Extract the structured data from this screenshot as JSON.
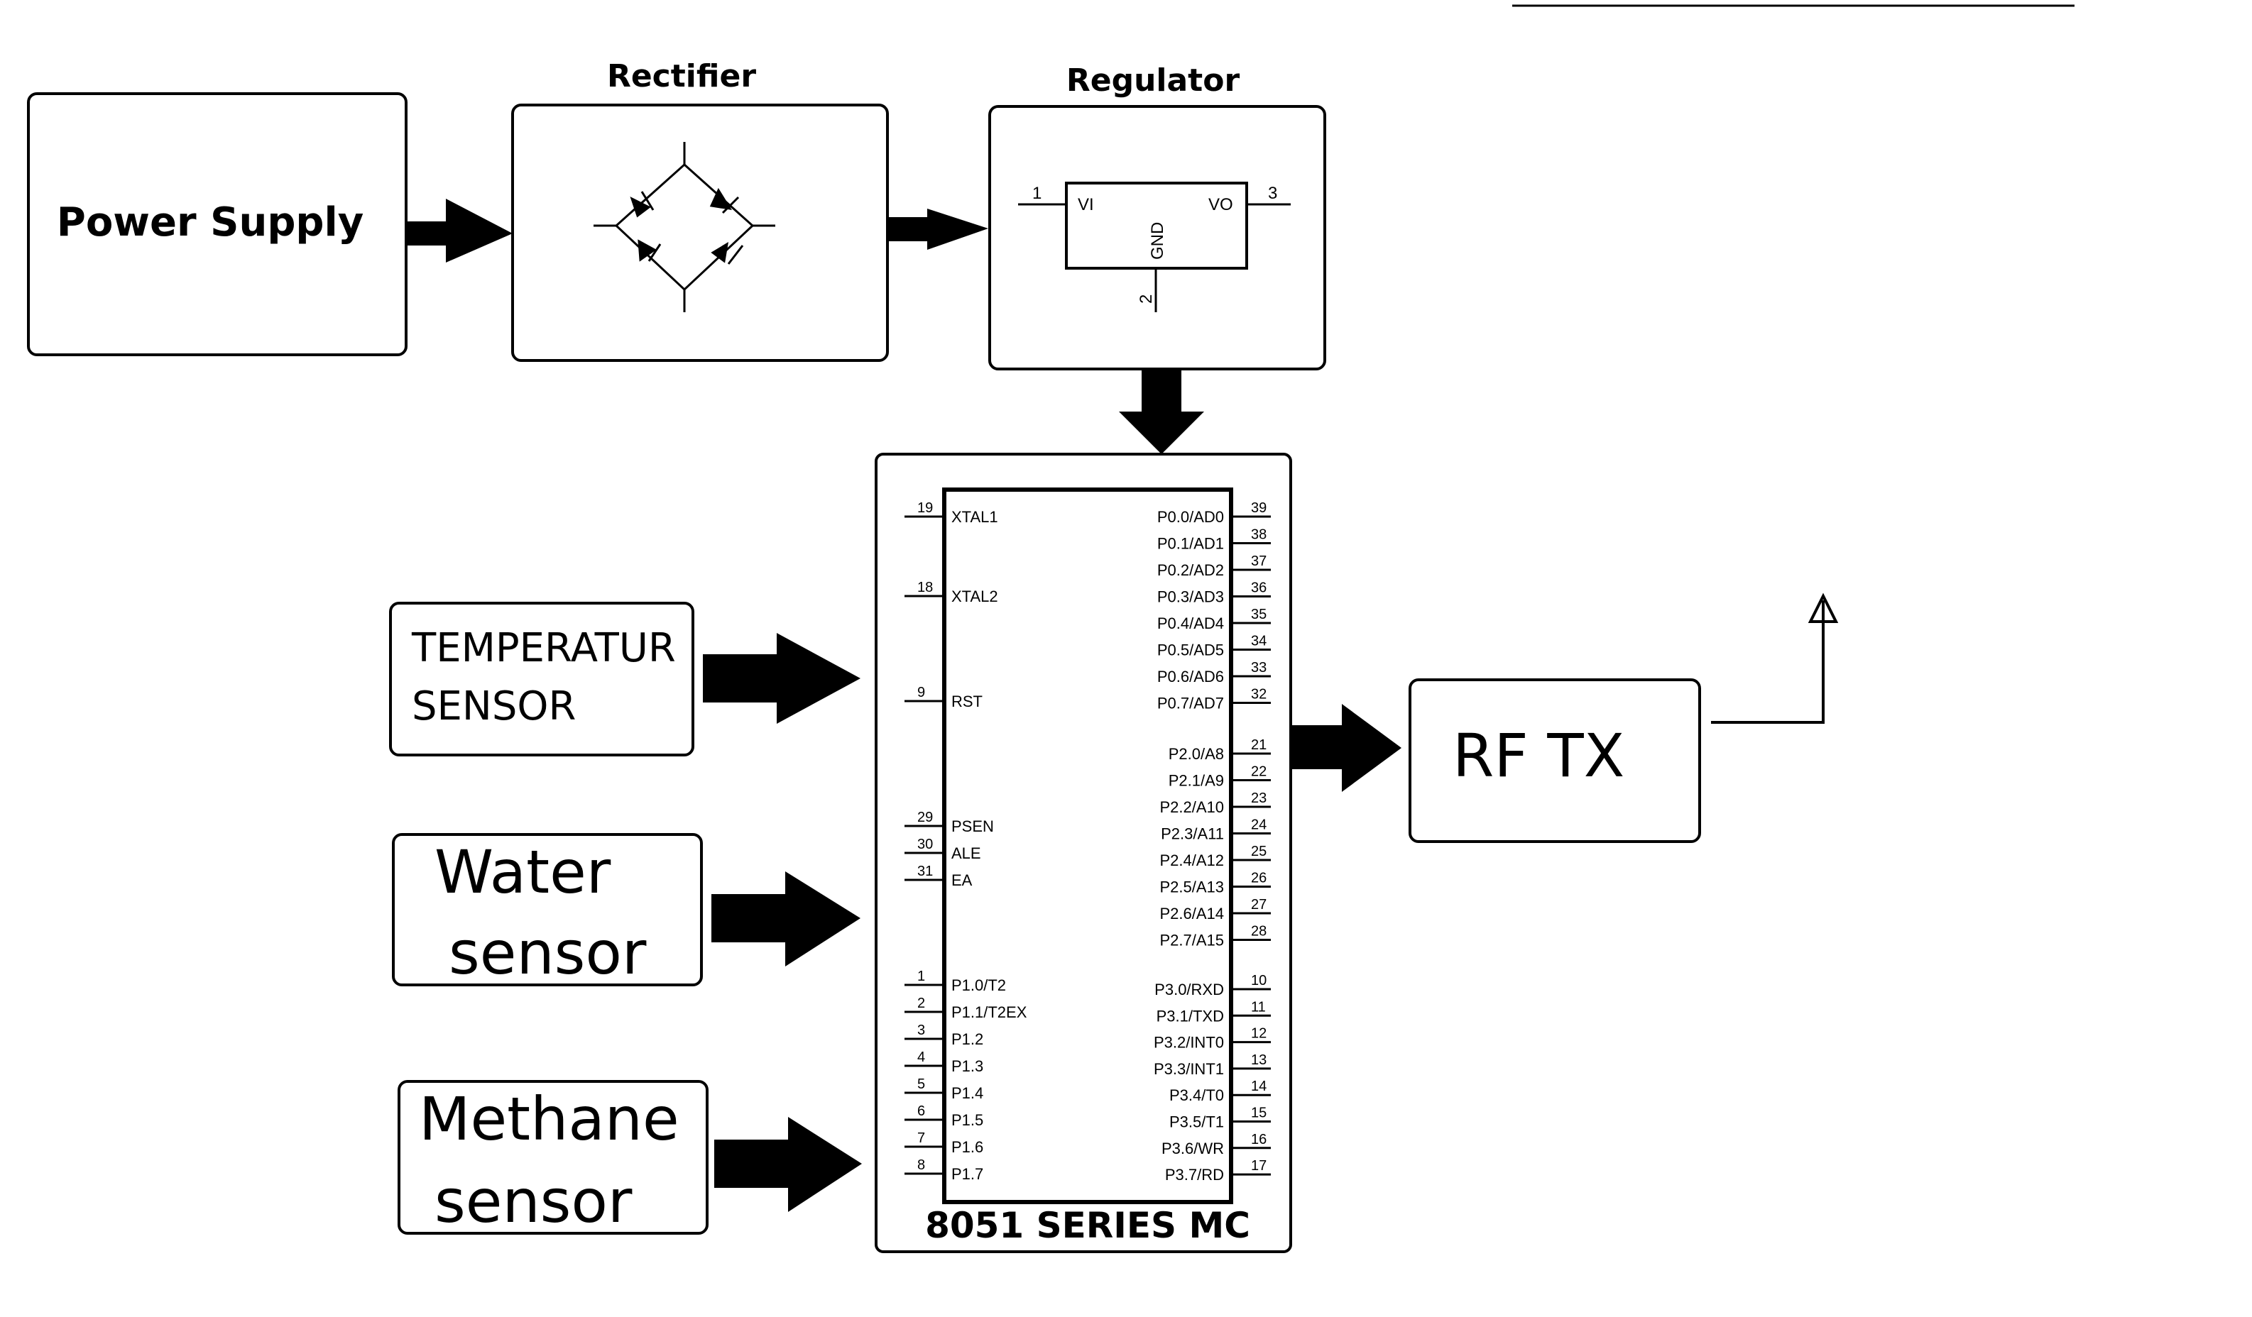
{
  "blocks": {
    "power_supply": {
      "label": "Power Supply"
    },
    "rectifier": {
      "title": "Rectifier"
    },
    "regulator": {
      "title": "Regulator",
      "pin_vi": "VI",
      "pin_vo": "VO",
      "pin_gnd": "GND",
      "pin1": "1",
      "pin2": "2",
      "pin3": "3"
    },
    "temperature_sensor": {
      "line1": "TEMPERATUR",
      "line2": "SENSOR"
    },
    "water_sensor": {
      "line1": "Water",
      "line2": "sensor"
    },
    "methane_sensor": {
      "line1": "Methane",
      "line2": "sensor"
    },
    "rf_tx": {
      "label": "RF TX"
    },
    "mcu": {
      "label": "8051 SERIES MC",
      "left_pins": [
        {
          "num": "19",
          "name": "XTAL1"
        },
        {
          "num": "18",
          "name": "XTAL2"
        },
        {
          "num": "9",
          "name": "RST"
        },
        {
          "num": "29",
          "name": "PSEN"
        },
        {
          "num": "30",
          "name": "ALE"
        },
        {
          "num": "31",
          "name": "EA"
        },
        {
          "num": "1",
          "name": "P1.0/T2"
        },
        {
          "num": "2",
          "name": "P1.1/T2EX"
        },
        {
          "num": "3",
          "name": "P1.2"
        },
        {
          "num": "4",
          "name": "P1.3"
        },
        {
          "num": "5",
          "name": "P1.4"
        },
        {
          "num": "6",
          "name": "P1.5"
        },
        {
          "num": "7",
          "name": "P1.6"
        },
        {
          "num": "8",
          "name": "P1.7"
        }
      ],
      "right_pins": [
        {
          "num": "39",
          "name": "P0.0/AD0"
        },
        {
          "num": "38",
          "name": "P0.1/AD1"
        },
        {
          "num": "37",
          "name": "P0.2/AD2"
        },
        {
          "num": "36",
          "name": "P0.3/AD3"
        },
        {
          "num": "35",
          "name": "P0.4/AD4"
        },
        {
          "num": "34",
          "name": "P0.5/AD5"
        },
        {
          "num": "33",
          "name": "P0.6/AD6"
        },
        {
          "num": "32",
          "name": "P0.7/AD7"
        },
        {
          "num": "21",
          "name": "P2.0/A8"
        },
        {
          "num": "22",
          "name": "P2.1/A9"
        },
        {
          "num": "23",
          "name": "P2.2/A10"
        },
        {
          "num": "24",
          "name": "P2.3/A11"
        },
        {
          "num": "25",
          "name": "P2.4/A12"
        },
        {
          "num": "26",
          "name": "P2.5/A13"
        },
        {
          "num": "27",
          "name": "P2.6/A14"
        },
        {
          "num": "28",
          "name": "P2.7/A15"
        },
        {
          "num": "10",
          "name": "P3.0/RXD"
        },
        {
          "num": "11",
          "name": "P3.1/TXD"
        },
        {
          "num": "12",
          "name": "P3.2/INT0"
        },
        {
          "num": "13",
          "name": "P3.3/INT1"
        },
        {
          "num": "14",
          "name": "P3.4/T0"
        },
        {
          "num": "15",
          "name": "P3.5/T1"
        },
        {
          "num": "16",
          "name": "P3.6/WR"
        },
        {
          "num": "17",
          "name": "P3.7/RD"
        }
      ]
    }
  },
  "colors": {
    "line": "#000000",
    "background": "#ffffff"
  }
}
